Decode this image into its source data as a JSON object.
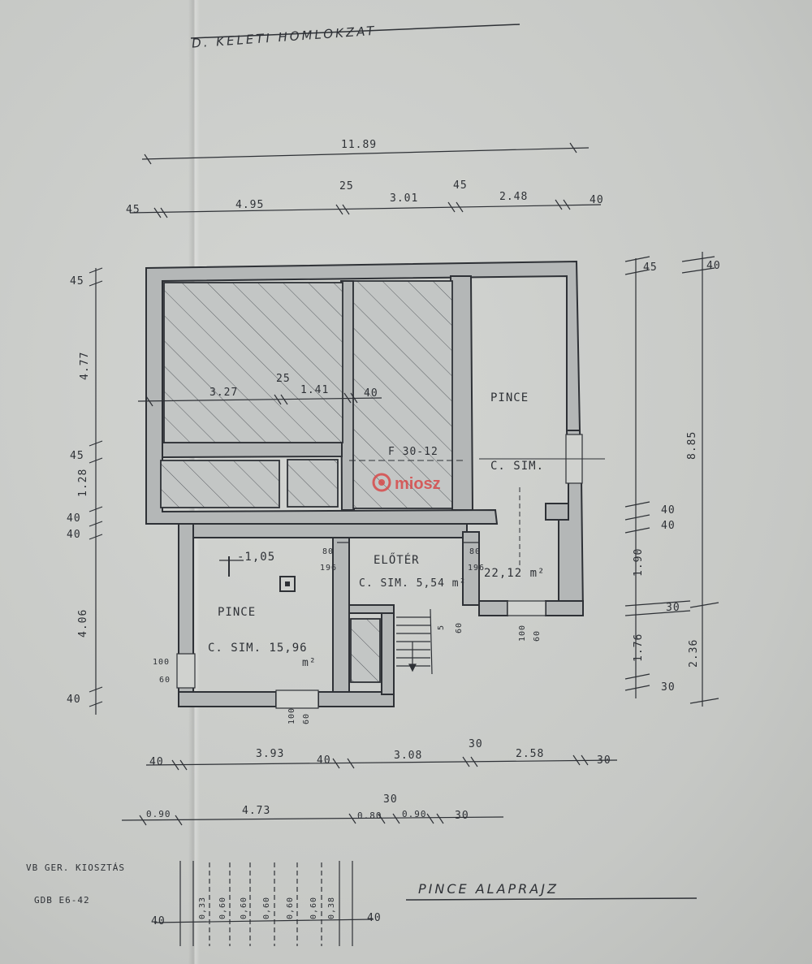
{
  "title_top": "D. KELETI HOMLOKZAT",
  "title_bottom": "PINCE ALAPRAJZ",
  "watermark": "miosz",
  "ink_color": "#2e3136",
  "watermark_color": "#d84a4a",
  "top_dims": {
    "overall": "11.89",
    "left_wall": "45",
    "room_a": "4.95",
    "wall_a": "25",
    "room_b": "3.01",
    "wall_b": "45",
    "room_c": "2.48",
    "right_wall": "40"
  },
  "left_dims": {
    "top_wall": "45",
    "upper_rooms": "4.77",
    "mid_wall": "45",
    "small_rooms": "1.28",
    "wall_1": "40",
    "wall_2": "40",
    "lower_room": "4.06",
    "bottom_wall": "40"
  },
  "right_dims": {
    "wall_45": "45",
    "wall_40_top": "40",
    "overall_height": "8.85",
    "wall_40_a": "40",
    "wall_40_b": "40",
    "height_190": "1.90",
    "wall_30_a": "30",
    "height_176": "1.76",
    "height_236": "2.36",
    "wall_30_b": "30"
  },
  "bottom_dims_1": {
    "left_wall": "40",
    "room_1": "3.93",
    "mid_wall": "40",
    "room_2": "3.08",
    "wall_30": "30",
    "room_3": "2.58",
    "right_wall": "30"
  },
  "bottom_dims_2": {
    "d1": "0.90",
    "d2": "4.73",
    "d3": "0.80",
    "d4": "0.90",
    "d5": "30",
    "d6": "30"
  },
  "inner_dims": {
    "w1": "3.27",
    "w2": "25",
    "w3": "1.41",
    "w4": "40"
  },
  "rooms": {
    "pince_right_name": "PINCE",
    "pince_right_floor": "C. SIM.",
    "pince_right_area": "22,12 m²",
    "floor_label": "F 30-12",
    "eloter_name": "ELŐTÉR",
    "eloter_floor": "C. SIM. 5,54 m²",
    "pince_left_name": "PINCE",
    "pince_left_floor": "C. SIM. 15,96",
    "pince_left_unit": "m²",
    "level": "-1,05"
  },
  "openings": {
    "door_left_top": "80",
    "door_left_bottom": "196",
    "door_right_top": "80",
    "door_right_bottom": "196",
    "win_w_top": "100",
    "win_w_bottom": "60",
    "win_s_top": "100",
    "win_s_bottom": "60",
    "win_mid_top": "100",
    "win_mid_bottom": "60",
    "stair_a": "5",
    "stair_b": "60"
  },
  "scale_notes": {
    "line1": "VB GER. KIOSZTÁS",
    "line2": "GDB E6-42",
    "left": "40",
    "right": "40",
    "spacings": [
      "0,33",
      "0,60",
      "0,60",
      "0,60",
      "0,60",
      "0,60",
      "0,38"
    ]
  }
}
